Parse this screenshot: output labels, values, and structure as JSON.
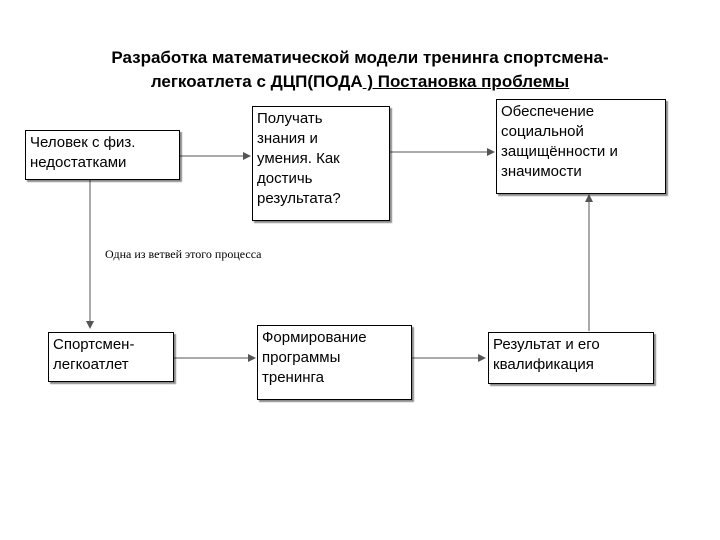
{
  "title": {
    "line1": "Разработка математической модели тренинга спортсмена-",
    "line2_main": "легкоатлета с ДЦП(ПОДА",
    "line2_underlined": " ) Постановка проблемы"
  },
  "nodes": {
    "person": "Человек с физ.\nнедостатками",
    "knowledge": "Получать\nзнания и\nумения. Как\nдостичь\nрезультата?",
    "social": "Обеспечение\nсоциальной\nзащищённости и\nзначимости",
    "athlete": "Спортсмен-\nлегкоатлет",
    "program": "Формирование\nпрограммы\nтренинга",
    "result": "Результат и его\nквалификация"
  },
  "annotation": "Одна из ветвей этого процесса",
  "colors": {
    "line": "#555555",
    "border": "#000000",
    "background": "#ffffff"
  }
}
